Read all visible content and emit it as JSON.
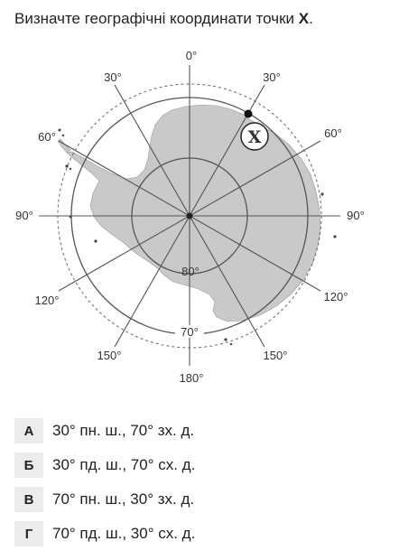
{
  "question": {
    "prefix": "Визначте географічні координати точки ",
    "mark": "X",
    "suffix": "."
  },
  "map": {
    "labels": {
      "top_0": "0°",
      "top_left_30": "30°",
      "top_right_30": "30°",
      "left_60": "60°",
      "right_60": "60°",
      "left_90": "90°",
      "right_90": "90°",
      "left_120": "120°",
      "right_120": "120°",
      "bottom_left_150": "150°",
      "bottom_right_150": "150°",
      "bottom_180": "180°",
      "inner_80": "80°",
      "outer_70": "70°"
    },
    "point_label": "X",
    "colors": {
      "land": "#c9c9c9",
      "lines": "#555555",
      "point": "#111111"
    }
  },
  "options": [
    {
      "letter": "А",
      "text": "30° пн. ш., 70° зх. д."
    },
    {
      "letter": "Б",
      "text": "30° пд. ш., 70° сх. д."
    },
    {
      "letter": "В",
      "text": "70° пн. ш., 30° зх. д."
    },
    {
      "letter": "Г",
      "text": "70° пд. ш., 30° сх. д."
    }
  ]
}
